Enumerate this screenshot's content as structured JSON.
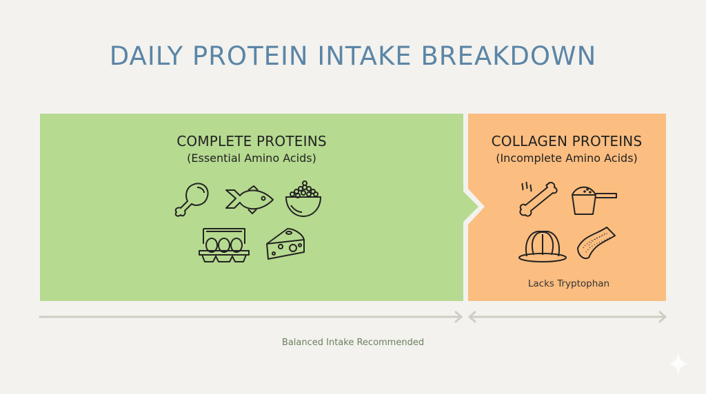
{
  "title": "DAILY PROTEIN INTAKE BREAKDOWN",
  "colors": {
    "background": "#f3f2ee",
    "title": "#5b85a6",
    "complete_panel": "#b6da90",
    "collagen_panel": "#fbbd80",
    "arrow": "#cfcdc4",
    "footer_text": "#6c8060"
  },
  "complete": {
    "heading": "COMPLETE PROTEINS",
    "subheading": "(Essential Amino Acids)",
    "icons": [
      "chicken-leg-icon",
      "fish-icon",
      "bowl-of-legumes-icon",
      "egg-carton-icon",
      "cheese-wedge-icon"
    ]
  },
  "collagen": {
    "heading": "COLLAGEN PROTEINS",
    "subheading": "(Incomplete Amino Acids)",
    "icons": [
      "bone-broth-icon",
      "powder-scoop-icon",
      "gelatin-mold-icon",
      "collagen-sheet-icon"
    ],
    "note": "Lacks Tryptophan"
  },
  "footer": "Balanced Intake Recommended"
}
